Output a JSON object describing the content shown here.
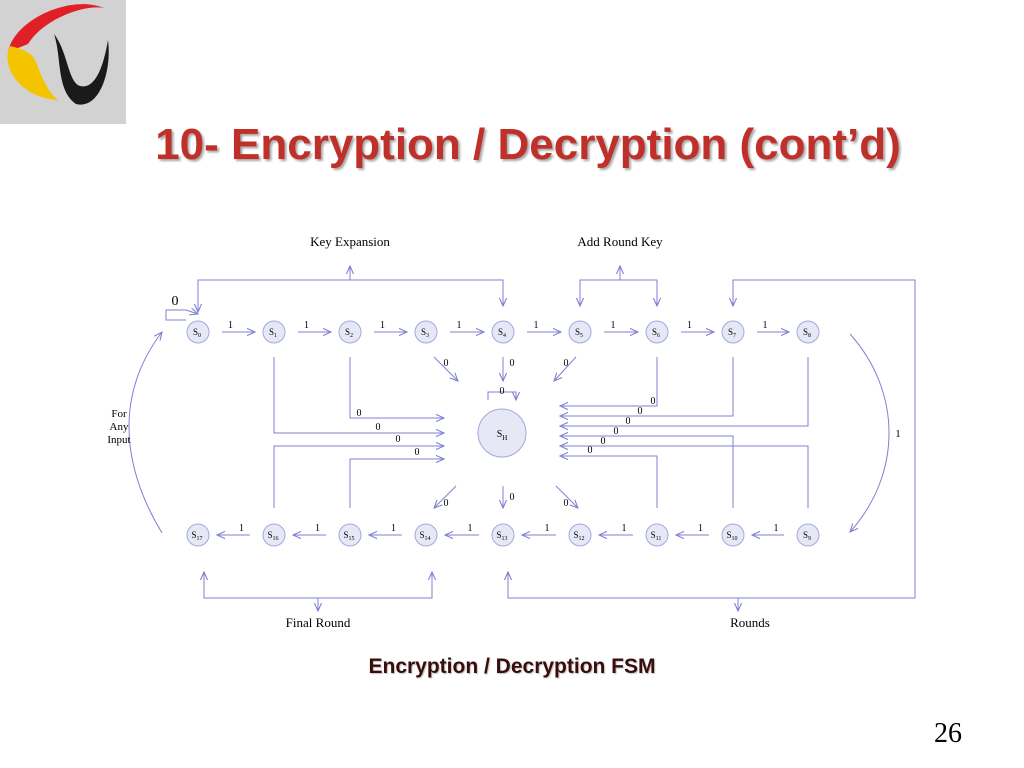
{
  "slide": {
    "title": "10- Encryption / Decryption (cont’d)",
    "caption": "Encryption / Decryption FSM",
    "page_number": "26"
  },
  "diagram": {
    "group_labels": {
      "key_expansion": "Key Expansion",
      "add_round_key": "Add Round Key",
      "final_round": "Final Round",
      "rounds": "Rounds"
    },
    "for_any_input": [
      "For",
      "Any",
      "Input"
    ],
    "states_top": [
      {
        "name": "S",
        "sub": "0"
      },
      {
        "name": "S",
        "sub": "1"
      },
      {
        "name": "S",
        "sub": "2"
      },
      {
        "name": "S",
        "sub": "3"
      },
      {
        "name": "S",
        "sub": "4"
      },
      {
        "name": "S",
        "sub": "5"
      },
      {
        "name": "S",
        "sub": "6"
      },
      {
        "name": "S",
        "sub": "7"
      },
      {
        "name": "S",
        "sub": "8"
      }
    ],
    "states_bottom": [
      {
        "name": "S",
        "sub": "17"
      },
      {
        "name": "S",
        "sub": "16"
      },
      {
        "name": "S",
        "sub": "15"
      },
      {
        "name": "S",
        "sub": "14"
      },
      {
        "name": "S",
        "sub": "13"
      },
      {
        "name": "S",
        "sub": "12"
      },
      {
        "name": "S",
        "sub": "11"
      },
      {
        "name": "S",
        "sub": "10"
      },
      {
        "name": "S",
        "sub": "9"
      }
    ],
    "hold_state": {
      "name": "S",
      "sub": "H"
    },
    "transition_one": "1",
    "transition_zero": "0",
    "self_loop_label": "0",
    "wrap_label": "1"
  },
  "colors": {
    "title": "#c0302b",
    "line": "#7f7fd2",
    "node_fill": "#e6e8f6",
    "node_stroke": "#a3a9dc"
  }
}
